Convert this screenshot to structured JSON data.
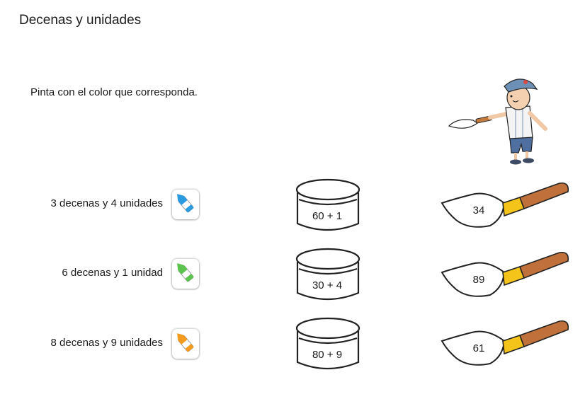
{
  "title": "Decenas y unidades",
  "instruction": "Pinta con el color que corresponda.",
  "rows": [
    {
      "label": "3 decenas y 4 unidades",
      "crayon_color": "#2a9be0",
      "crayon_icon": "blue-crayon-icon",
      "pot_text": "60 + 1",
      "brush_text": "34"
    },
    {
      "label": "6 decenas y 1 unidad",
      "crayon_color": "#5cc44e",
      "crayon_icon": "green-crayon-icon",
      "pot_text": "30 + 4",
      "brush_text": "89"
    },
    {
      "label": "8 decenas y 9 unidades",
      "crayon_color": "#f49a1c",
      "crayon_icon": "orange-crayon-icon",
      "pot_text": "80 + 9",
      "brush_text": "61"
    }
  ],
  "colors": {
    "brush_handle": "#c0703a",
    "brush_ferrule": "#f5c41a"
  }
}
